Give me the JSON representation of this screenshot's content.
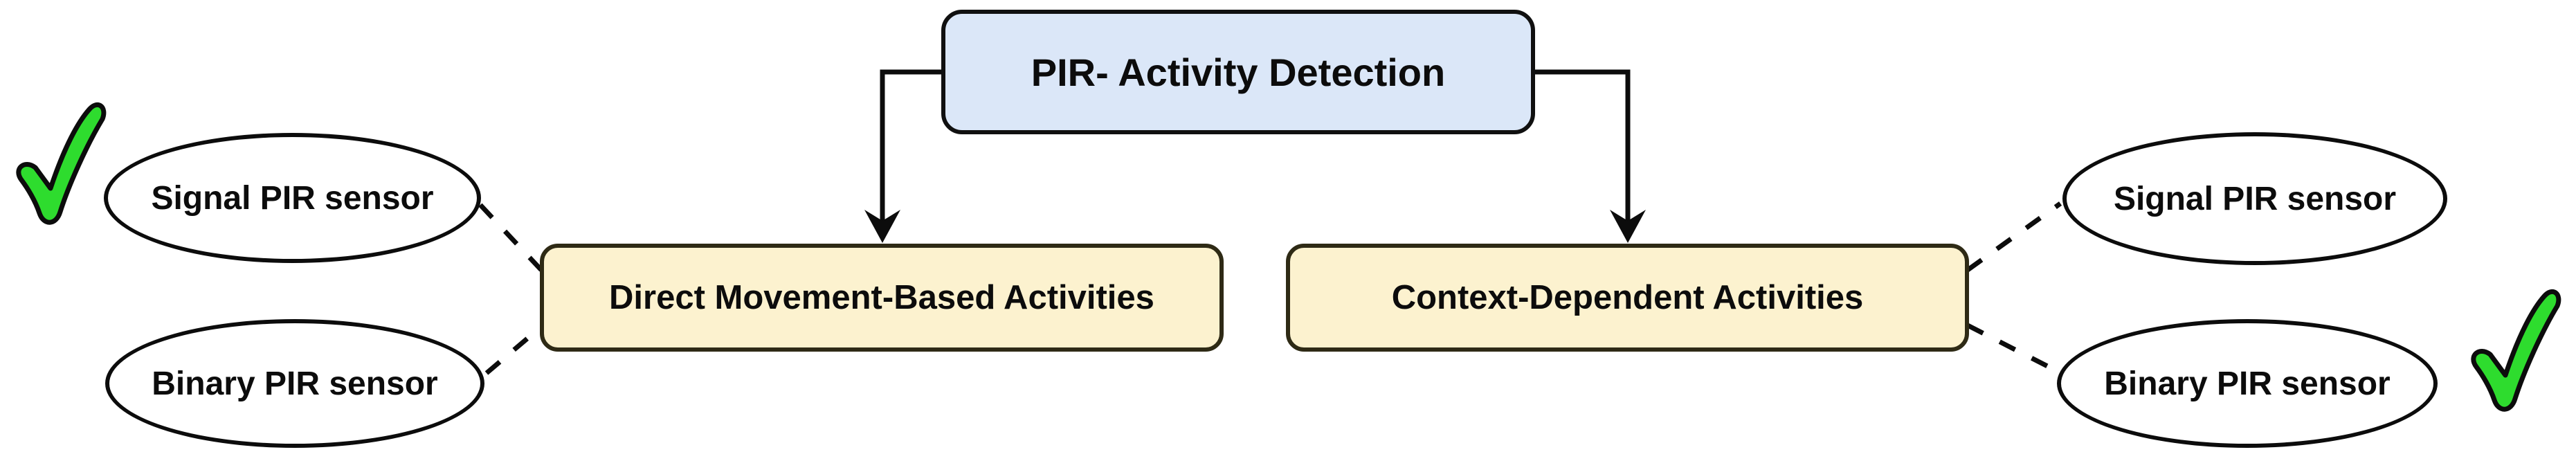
{
  "diagram": {
    "root": {
      "label": "PIR- Activity Detection"
    },
    "branches": {
      "left": {
        "label": "Direct Movement-Based Activities"
      },
      "right": {
        "label": "Context-Dependent Activities"
      }
    },
    "sensors": {
      "left_signal": {
        "label": "Signal PIR sensor"
      },
      "left_binary": {
        "label": "Binary PIR sensor"
      },
      "right_signal": {
        "label": "Signal PIR sensor"
      },
      "right_binary": {
        "label": "Binary PIR sensor"
      }
    },
    "icons": {
      "left_checkmark": "green-checkmark",
      "right_checkmark": "green-checkmark"
    },
    "colors": {
      "root_fill": "#dbe7f8",
      "branch_fill": "#fcf2cf",
      "ellipse_fill": "#ffffff",
      "stroke": "#0c0c0c",
      "checkmark_green": "#2edc2e"
    }
  }
}
